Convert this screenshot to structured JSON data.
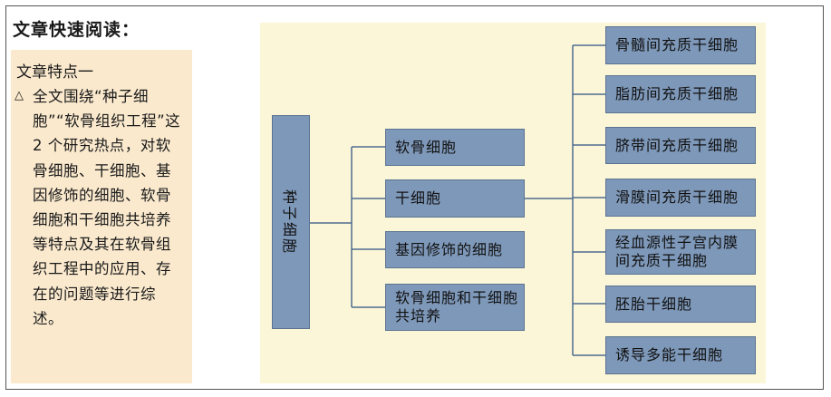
{
  "heading": "文章快速阅读：",
  "sidebar": {
    "title": "文章特点一",
    "bullet": "△",
    "body": "全文围绕“种子细胞”“软骨组织工程”这 2 个研究热点，对软骨细胞、干细胞、基因修饰的细胞、软骨细胞和干细胞共培养等特点及其在软骨组织工程中的应用、存在的问题等进行综述。"
  },
  "diagram": {
    "root": "种子细胞",
    "level1": [
      "软骨细胞",
      "干细胞",
      "基因修饰的细胞",
      "软骨细胞和干细胞共培养"
    ],
    "level2": [
      "骨髓间充质干细胞",
      "脂肪间充质干细胞",
      "脐带间充质干细胞",
      "滑膜间充质干细胞",
      "经血源性子宫内膜间充质干细胞",
      "胚胎干细胞",
      "诱导多能干细胞"
    ]
  }
}
